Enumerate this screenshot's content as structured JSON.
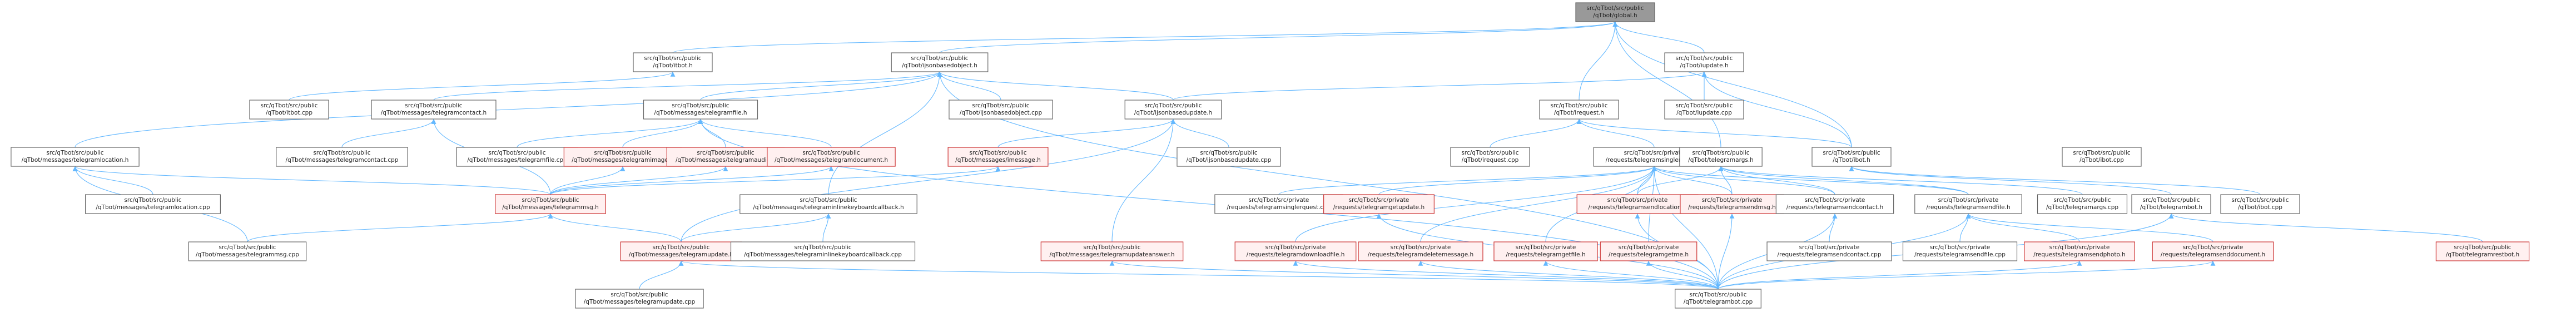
{
  "nodes": [
    {
      "id": "global",
      "lines": [
        "src/qTbot/src/public",
        "/qTbot/global.h"
      ],
      "style": "root"
    },
    {
      "id": "itbot",
      "lines": [
        "src/qTbot/src/public",
        "/qTbot/itbot.h"
      ],
      "style": "black"
    },
    {
      "id": "ijsonbasedobject",
      "lines": [
        "src/qTbot/src/public",
        "/qTbot/ijsonbasedobject.h"
      ],
      "style": "black"
    },
    {
      "id": "iupdate_h",
      "lines": [
        "src/qTbot/src/public",
        "/qTbot/iupdate.h"
      ],
      "style": "black"
    },
    {
      "id": "itbot_cpp",
      "lines": [
        "src/qTbot/src/public",
        "/qTbot/itbot.cpp"
      ],
      "style": "black"
    },
    {
      "id": "tgcontact_h",
      "lines": [
        "src/qTbot/src/public",
        "/qTbot/messages/telegramcontact.h"
      ],
      "style": "black"
    },
    {
      "id": "tgfile_h",
      "lines": [
        "src/qTbot/src/public",
        "/qTbot/messages/telegramfile.h"
      ],
      "style": "black"
    },
    {
      "id": "ijsonbasedobject_cpp",
      "lines": [
        "src/qTbot/src/public",
        "/qTbot/ijsonbasedobject.cpp"
      ],
      "style": "black"
    },
    {
      "id": "ijsonbasedupdate_h",
      "lines": [
        "src/qTbot/src/public",
        "/qTbot/ijsonbasedupdate.h"
      ],
      "style": "black"
    },
    {
      "id": "iupdate_cpp",
      "lines": [
        "src/qTbot/src/public",
        "/qTbot/iupdate.cpp"
      ],
      "style": "black"
    },
    {
      "id": "irequest_h",
      "lines": [
        "src/qTbot/src/public",
        "/qTbot/irequest.h"
      ],
      "style": "black"
    },
    {
      "id": "ibot_h",
      "lines": [
        "src/qTbot/src/public",
        "/qTbot/ibot.h"
      ],
      "style": "black"
    },
    {
      "id": "tglocation_h",
      "lines": [
        "src/qTbot/src/public",
        "/qTbot/messages/telegramlocation.h"
      ],
      "style": "black"
    },
    {
      "id": "tgcontact_cpp",
      "lines": [
        "src/qTbot/src/public",
        "/qTbot/messages/telegramcontact.cpp"
      ],
      "style": "black"
    },
    {
      "id": "tgfile_cpp",
      "lines": [
        "src/qTbot/src/public",
        "/qTbot/messages/telegramfile.cpp"
      ],
      "style": "black"
    },
    {
      "id": "tgimage_h",
      "lines": [
        "src/qTbot/src/public",
        "/qTbot/messages/telegramimage.h"
      ],
      "style": "red"
    },
    {
      "id": "tgaudio_h",
      "lines": [
        "src/qTbot/src/public",
        "/qTbot/messages/telegramaudio.h"
      ],
      "style": "red"
    },
    {
      "id": "tgdocument_h",
      "lines": [
        "src/qTbot/src/public",
        "/qTbot/messages/telegramdocument.h"
      ],
      "style": "red"
    },
    {
      "id": "imessage_h",
      "lines": [
        "src/qTbot/src/public",
        "/qTbot/messages/imessage.h"
      ],
      "style": "red"
    },
    {
      "id": "ijsonbasedupdate_cpp",
      "lines": [
        "src/qTbot/src/public",
        "/qTbot/ijsonbasedupdate.cpp"
      ],
      "style": "black"
    },
    {
      "id": "irequest_cpp",
      "lines": [
        "src/qTbot/src/public",
        "/qTbot/irequest.cpp"
      ],
      "style": "black"
    },
    {
      "id": "tgsingle_h",
      "lines": [
        "src/qTbot/src/private",
        "/requests/telegramsinglerquest.h"
      ],
      "style": "black"
    },
    {
      "id": "tgargs_h",
      "lines": [
        "src/qTbot/src/public",
        "/qTbot/telegramargs.h"
      ],
      "style": "black"
    },
    {
      "id": "ibot_cpp",
      "lines": [
        "src/qTbot/src/public",
        "/qTbot/ibot.cpp"
      ],
      "style": "black"
    },
    {
      "id": "tglocation_cpp",
      "lines": [
        "src/qTbot/src/public",
        "/qTbot/messages/telegramlocation.cpp"
      ],
      "style": "black"
    },
    {
      "id": "tgmsg_h",
      "lines": [
        "src/qTbot/src/public",
        "/qTbot/messages/telegrammsg.h"
      ],
      "style": "red"
    },
    {
      "id": "tginlinekb_h",
      "lines": [
        "src/qTbot/src/public",
        "/qTbot/messages/telegraminlinekeyboardcallback.h"
      ],
      "style": "black"
    },
    {
      "id": "tgsinglereq_cpp",
      "lines": [
        "src/qTbot/src/private",
        "/requests/telegramsinglerquest.cpp"
      ],
      "style": "black"
    },
    {
      "id": "tggetupdate_h",
      "lines": [
        "src/qTbot/src/private",
        "/requests/telegramgetupdate.h"
      ],
      "style": "red"
    },
    {
      "id": "tgsendlocation_h",
      "lines": [
        "src/qTbot/src/private",
        "/requests/telegramsendlocation.h"
      ],
      "style": "red"
    },
    {
      "id": "tgsendmsg_h",
      "lines": [
        "src/qTbot/src/private",
        "/requests/telegramsendmsg.h"
      ],
      "style": "red"
    },
    {
      "id": "tgsendcontact_h",
      "lines": [
        "src/qTbot/src/private",
        "/requests/telegramsendcontact.h"
      ],
      "style": "black"
    },
    {
      "id": "tgsendfile_h",
      "lines": [
        "src/qTbot/src/private",
        "/requests/telegramsendfile.h"
      ],
      "style": "black"
    },
    {
      "id": "tgargs_cpp",
      "lines": [
        "src/qTbot/src/public",
        "/qTbot/telegramargs.cpp"
      ],
      "style": "black"
    },
    {
      "id": "tgbot_h",
      "lines": [
        "src/qTbot/src/public",
        "/qTbot/telegrambot.h"
      ],
      "style": "black"
    },
    {
      "id": "ibot_cpp2",
      "lines": [
        "src/qTbot/src/public",
        "/qTbot/ibot.cpp"
      ],
      "style": "black"
    },
    {
      "id": "tgmsg_cpp",
      "lines": [
        "src/qTbot/src/public",
        "/qTbot/messages/telegrammsg.cpp"
      ],
      "style": "black"
    },
    {
      "id": "tgupdate_h",
      "lines": [
        "src/qTbot/src/public",
        "/qTbot/messages/telegramupdate.h"
      ],
      "style": "red"
    },
    {
      "id": "tginlinekb_cpp",
      "lines": [
        "src/qTbot/src/public",
        "/qTbot/messages/telegraminlinekeyboardcallback.cpp"
      ],
      "style": "black"
    },
    {
      "id": "tgupdateanswer_h",
      "lines": [
        "src/qTbot/src/public",
        "/qTbot/messages/telegramupdateanswer.h"
      ],
      "style": "red"
    },
    {
      "id": "tgdownload_h",
      "lines": [
        "src/qTbot/src/private",
        "/requests/telegramdownloadfile.h"
      ],
      "style": "red"
    },
    {
      "id": "tgdeletemsg_h",
      "lines": [
        "src/qTbot/src/private",
        "/requests/telegramdeletemessage.h"
      ],
      "style": "red"
    },
    {
      "id": "tggetfile_h",
      "lines": [
        "src/qTbot/src/private",
        "/requests/telegramgetfile.h"
      ],
      "style": "red"
    },
    {
      "id": "tggetme_h",
      "lines": [
        "src/qTbot/src/private",
        "/requests/telegramgetme.h"
      ],
      "style": "red"
    },
    {
      "id": "tgsendcontact_cpp",
      "lines": [
        "src/qTbot/src/private",
        "/requests/telegramsendcontact.cpp"
      ],
      "style": "black"
    },
    {
      "id": "tgsendfile_cpp",
      "lines": [
        "src/qTbot/src/private",
        "/requests/telegramsendfile.cpp"
      ],
      "style": "black"
    },
    {
      "id": "tgsendphoto_h",
      "lines": [
        "src/qTbot/src/private",
        "/requests/telegramsendphoto.h"
      ],
      "style": "red"
    },
    {
      "id": "tgsenddoc_h",
      "lines": [
        "src/qTbot/src/private",
        "/requests/telegramsenddocument.h"
      ],
      "style": "red"
    },
    {
      "id": "tgrestbot_h",
      "lines": [
        "src/qTbot/src/public",
        "/qTbot/telegramrestbot.h"
      ],
      "style": "red"
    },
    {
      "id": "tgupdate_cpp",
      "lines": [
        "src/qTbot/src/public",
        "/qTbot/messages/telegramupdate.cpp"
      ],
      "style": "black"
    },
    {
      "id": "tgbot_cpp",
      "lines": [
        "src/qTbot/src/public",
        "/qTbot/telegrambot.cpp"
      ],
      "style": "black"
    }
  ],
  "edges": [
    [
      "global",
      "itbot"
    ],
    [
      "global",
      "ijsonbasedobject"
    ],
    [
      "global",
      "iupdate_h"
    ],
    [
      "global",
      "irequest_h"
    ],
    [
      "global",
      "ibot_h"
    ],
    [
      "global",
      "tgargs_h"
    ],
    [
      "itbot",
      "itbot_cpp"
    ],
    [
      "ijsonbasedobject",
      "tgcontact_h"
    ],
    [
      "ijsonbasedobject",
      "tgfile_h"
    ],
    [
      "ijsonbasedobject",
      "ijsonbasedobject_cpp"
    ],
    [
      "ijsonbasedobject",
      "ijsonbasedupdate_h"
    ],
    [
      "ijsonbasedobject",
      "tglocation_h"
    ],
    [
      "ijsonbasedobject",
      "tginlinekb_h"
    ],
    [
      "ijsonbasedobject",
      "tgbot_cpp"
    ],
    [
      "iupdate_h",
      "iupdate_cpp"
    ],
    [
      "iupdate_h",
      "ijsonbasedupdate_h"
    ],
    [
      "iupdate_h",
      "ibot_h"
    ],
    [
      "tgcontact_h",
      "tgcontact_cpp"
    ],
    [
      "tgcontact_h",
      "tgmsg_h"
    ],
    [
      "tgfile_h",
      "tgfile_cpp"
    ],
    [
      "tgfile_h",
      "tgimage_h"
    ],
    [
      "tgfile_h",
      "tgaudio_h"
    ],
    [
      "tgfile_h",
      "tgdocument_h"
    ],
    [
      "tgfile_h",
      "tgbot_cpp"
    ],
    [
      "ijsonbasedupdate_h",
      "imessage_h"
    ],
    [
      "ijsonbasedupdate_h",
      "ijsonbasedupdate_cpp"
    ],
    [
      "ijsonbasedupdate_h",
      "tgupdate_h"
    ],
    [
      "ijsonbasedupdate_h",
      "tgupdateanswer_h"
    ],
    [
      "irequest_h",
      "irequest_cpp"
    ],
    [
      "irequest_h",
      "tgsingle_h"
    ],
    [
      "irequest_h",
      "ibot_h"
    ],
    [
      "ibot_h",
      "tgbot_h"
    ],
    [
      "ibot_h",
      "ibot_cpp2"
    ],
    [
      "tglocation_h",
      "tglocation_cpp"
    ],
    [
      "tglocation_h",
      "tgmsg_h"
    ],
    [
      "tglocation_h",
      "tgmsg_cpp"
    ],
    [
      "tgimage_h",
      "tgmsg_h"
    ],
    [
      "tgaudio_h",
      "tgmsg_h"
    ],
    [
      "tgdocument_h",
      "tgmsg_h"
    ],
    [
      "imessage_h",
      "tgmsg_h"
    ],
    [
      "tgsingle_h",
      "tgsinglereq_cpp"
    ],
    [
      "tgsingle_h",
      "tggetupdate_h"
    ],
    [
      "tgsingle_h",
      "tgsendlocation_h"
    ],
    [
      "tgsingle_h",
      "tgsendmsg_h"
    ],
    [
      "tgsingle_h",
      "tgsendcontact_h"
    ],
    [
      "tgsingle_h",
      "tgsendfile_h"
    ],
    [
      "tgsingle_h",
      "tgdownload_h"
    ],
    [
      "tgsingle_h",
      "tgdeletemsg_h"
    ],
    [
      "tgsingle_h",
      "tggetfile_h"
    ],
    [
      "tgsingle_h",
      "tggetme_h"
    ],
    [
      "tgsingle_h",
      "tgbot_cpp"
    ],
    [
      "tgargs_h",
      "tgargs_cpp"
    ],
    [
      "tgargs_h",
      "tgsendmsg_h"
    ],
    [
      "tgargs_h",
      "tgsendfile_h"
    ],
    [
      "tgargs_h",
      "tgsendlocation_h"
    ],
    [
      "tgargs_h",
      "tgsendcontact_h"
    ],
    [
      "tgmsg_h",
      "tgmsg_cpp"
    ],
    [
      "tgmsg_h",
      "tgupdate_h"
    ],
    [
      "tginlinekb_h",
      "tginlinekb_cpp"
    ],
    [
      "tginlinekb_h",
      "tgupdate_h"
    ],
    [
      "tgsendcontact_h",
      "tgsendcontact_cpp"
    ],
    [
      "tgsendcontact_h",
      "tgbot_cpp"
    ],
    [
      "tgsendfile_h",
      "tgsendfile_cpp"
    ],
    [
      "tgsendfile_h",
      "tgsendphoto_h"
    ],
    [
      "tgsendfile_h",
      "tgsenddoc_h"
    ],
    [
      "tgsendfile_h",
      "tgbot_cpp"
    ],
    [
      "tgbot_h",
      "tgrestbot_h"
    ],
    [
      "tgbot_h",
      "tgbot_cpp"
    ],
    [
      "tgupdate_h",
      "tgupdate_cpp"
    ],
    [
      "tgupdate_h",
      "tgbot_cpp"
    ],
    [
      "tgupdateanswer_h",
      "tgbot_cpp"
    ],
    [
      "tgdownload_h",
      "tgbot_cpp"
    ],
    [
      "tgdeletemsg_h",
      "tgbot_cpp"
    ],
    [
      "tggetfile_h",
      "tgbot_cpp"
    ],
    [
      "tggetme_h",
      "tgbot_cpp"
    ],
    [
      "tgsendmsg_h",
      "tgbot_cpp"
    ],
    [
      "tgsendlocation_h",
      "tgbot_cpp"
    ],
    [
      "tgsendphoto_h",
      "tgbot_cpp"
    ],
    [
      "tgsenddoc_h",
      "tgbot_cpp"
    ],
    [
      "tggetupdate_h",
      "tgbot_cpp"
    ]
  ]
}
